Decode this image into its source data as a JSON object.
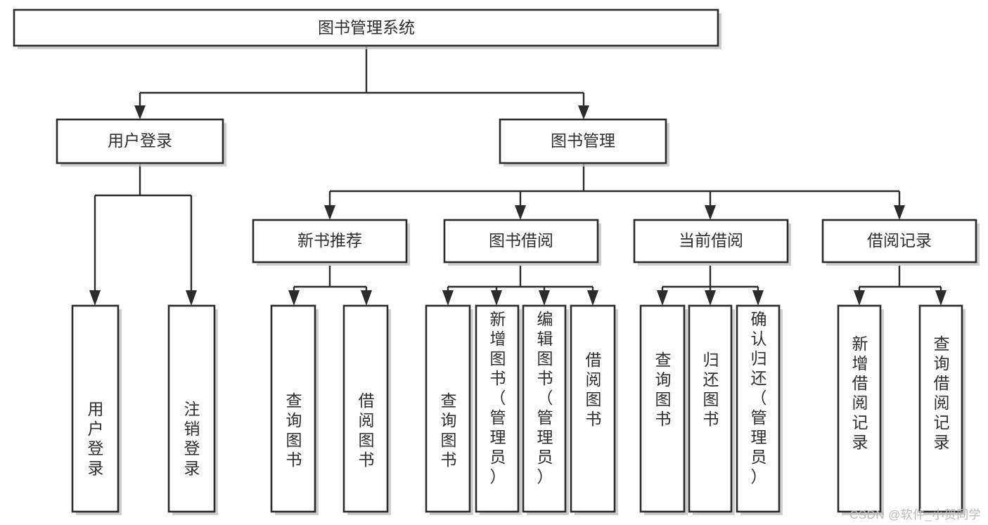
{
  "diagram": {
    "title": "图书管理系统",
    "type": "tree",
    "watermark": "CSDN @软件_小贺同学",
    "colors": {
      "stroke": "#2b2b2b",
      "fill": "#ffffff",
      "text": "#2e2e2e",
      "shadow": "#bdbdbd",
      "watermark": "#b9b9b9",
      "background": "#ffffff"
    },
    "nodes": {
      "root": {
        "label": "图书管理系统"
      },
      "level2": [
        {
          "id": "user-login",
          "label": "用户登录"
        },
        {
          "id": "book-management",
          "label": "图书管理"
        }
      ],
      "level3": [
        {
          "id": "new-book-recommend",
          "label": "新书推荐"
        },
        {
          "id": "book-borrow",
          "label": "图书借阅"
        },
        {
          "id": "current-borrow",
          "label": "当前借阅"
        },
        {
          "id": "borrow-record",
          "label": "借阅记录"
        }
      ],
      "leaves": {
        "user-login": [
          {
            "id": "leaf-user-login",
            "label": "用户登录"
          },
          {
            "id": "leaf-logout",
            "label": "注销登录"
          }
        ],
        "new-book-recommend": [
          {
            "id": "leaf-query-book-1",
            "label": "查询图书"
          },
          {
            "id": "leaf-borrow-book-1",
            "label": "借阅图书"
          }
        ],
        "book-borrow": [
          {
            "id": "leaf-query-book-2",
            "label": "查询图书"
          },
          {
            "id": "leaf-add-book",
            "label": "新增图书（管理员）"
          },
          {
            "id": "leaf-edit-book",
            "label": "编辑图书（管理员）"
          },
          {
            "id": "leaf-borrow-book-2",
            "label": "借阅图书"
          }
        ],
        "current-borrow": [
          {
            "id": "leaf-query-book-3",
            "label": "查询图书"
          },
          {
            "id": "leaf-return-book",
            "label": "归还图书"
          },
          {
            "id": "leaf-confirm-return",
            "label": "确认归还（管理员）"
          }
        ],
        "borrow-record": [
          {
            "id": "leaf-add-record",
            "label": "新增借阅记录"
          },
          {
            "id": "leaf-query-record",
            "label": "查询借阅记录"
          }
        ]
      }
    }
  }
}
